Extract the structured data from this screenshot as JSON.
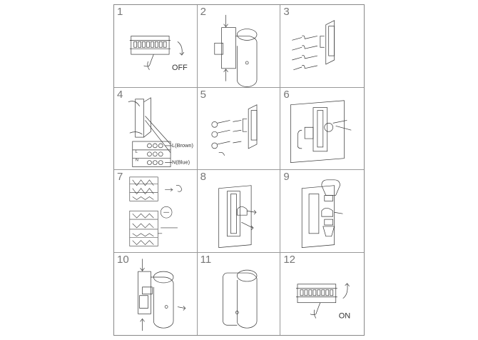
{
  "steps": [
    {
      "number": "1",
      "label": "OFF"
    },
    {
      "number": "2"
    },
    {
      "number": "3"
    },
    {
      "number": "4",
      "wire_brown": "L(Brown)",
      "wire_blue": "N(Blue)",
      "terminal_l": "L",
      "terminal_n": "N"
    },
    {
      "number": "5"
    },
    {
      "number": "6"
    },
    {
      "number": "7"
    },
    {
      "number": "8"
    },
    {
      "number": "9"
    },
    {
      "number": "10"
    },
    {
      "number": "11"
    },
    {
      "number": "12",
      "label": "ON"
    }
  ]
}
